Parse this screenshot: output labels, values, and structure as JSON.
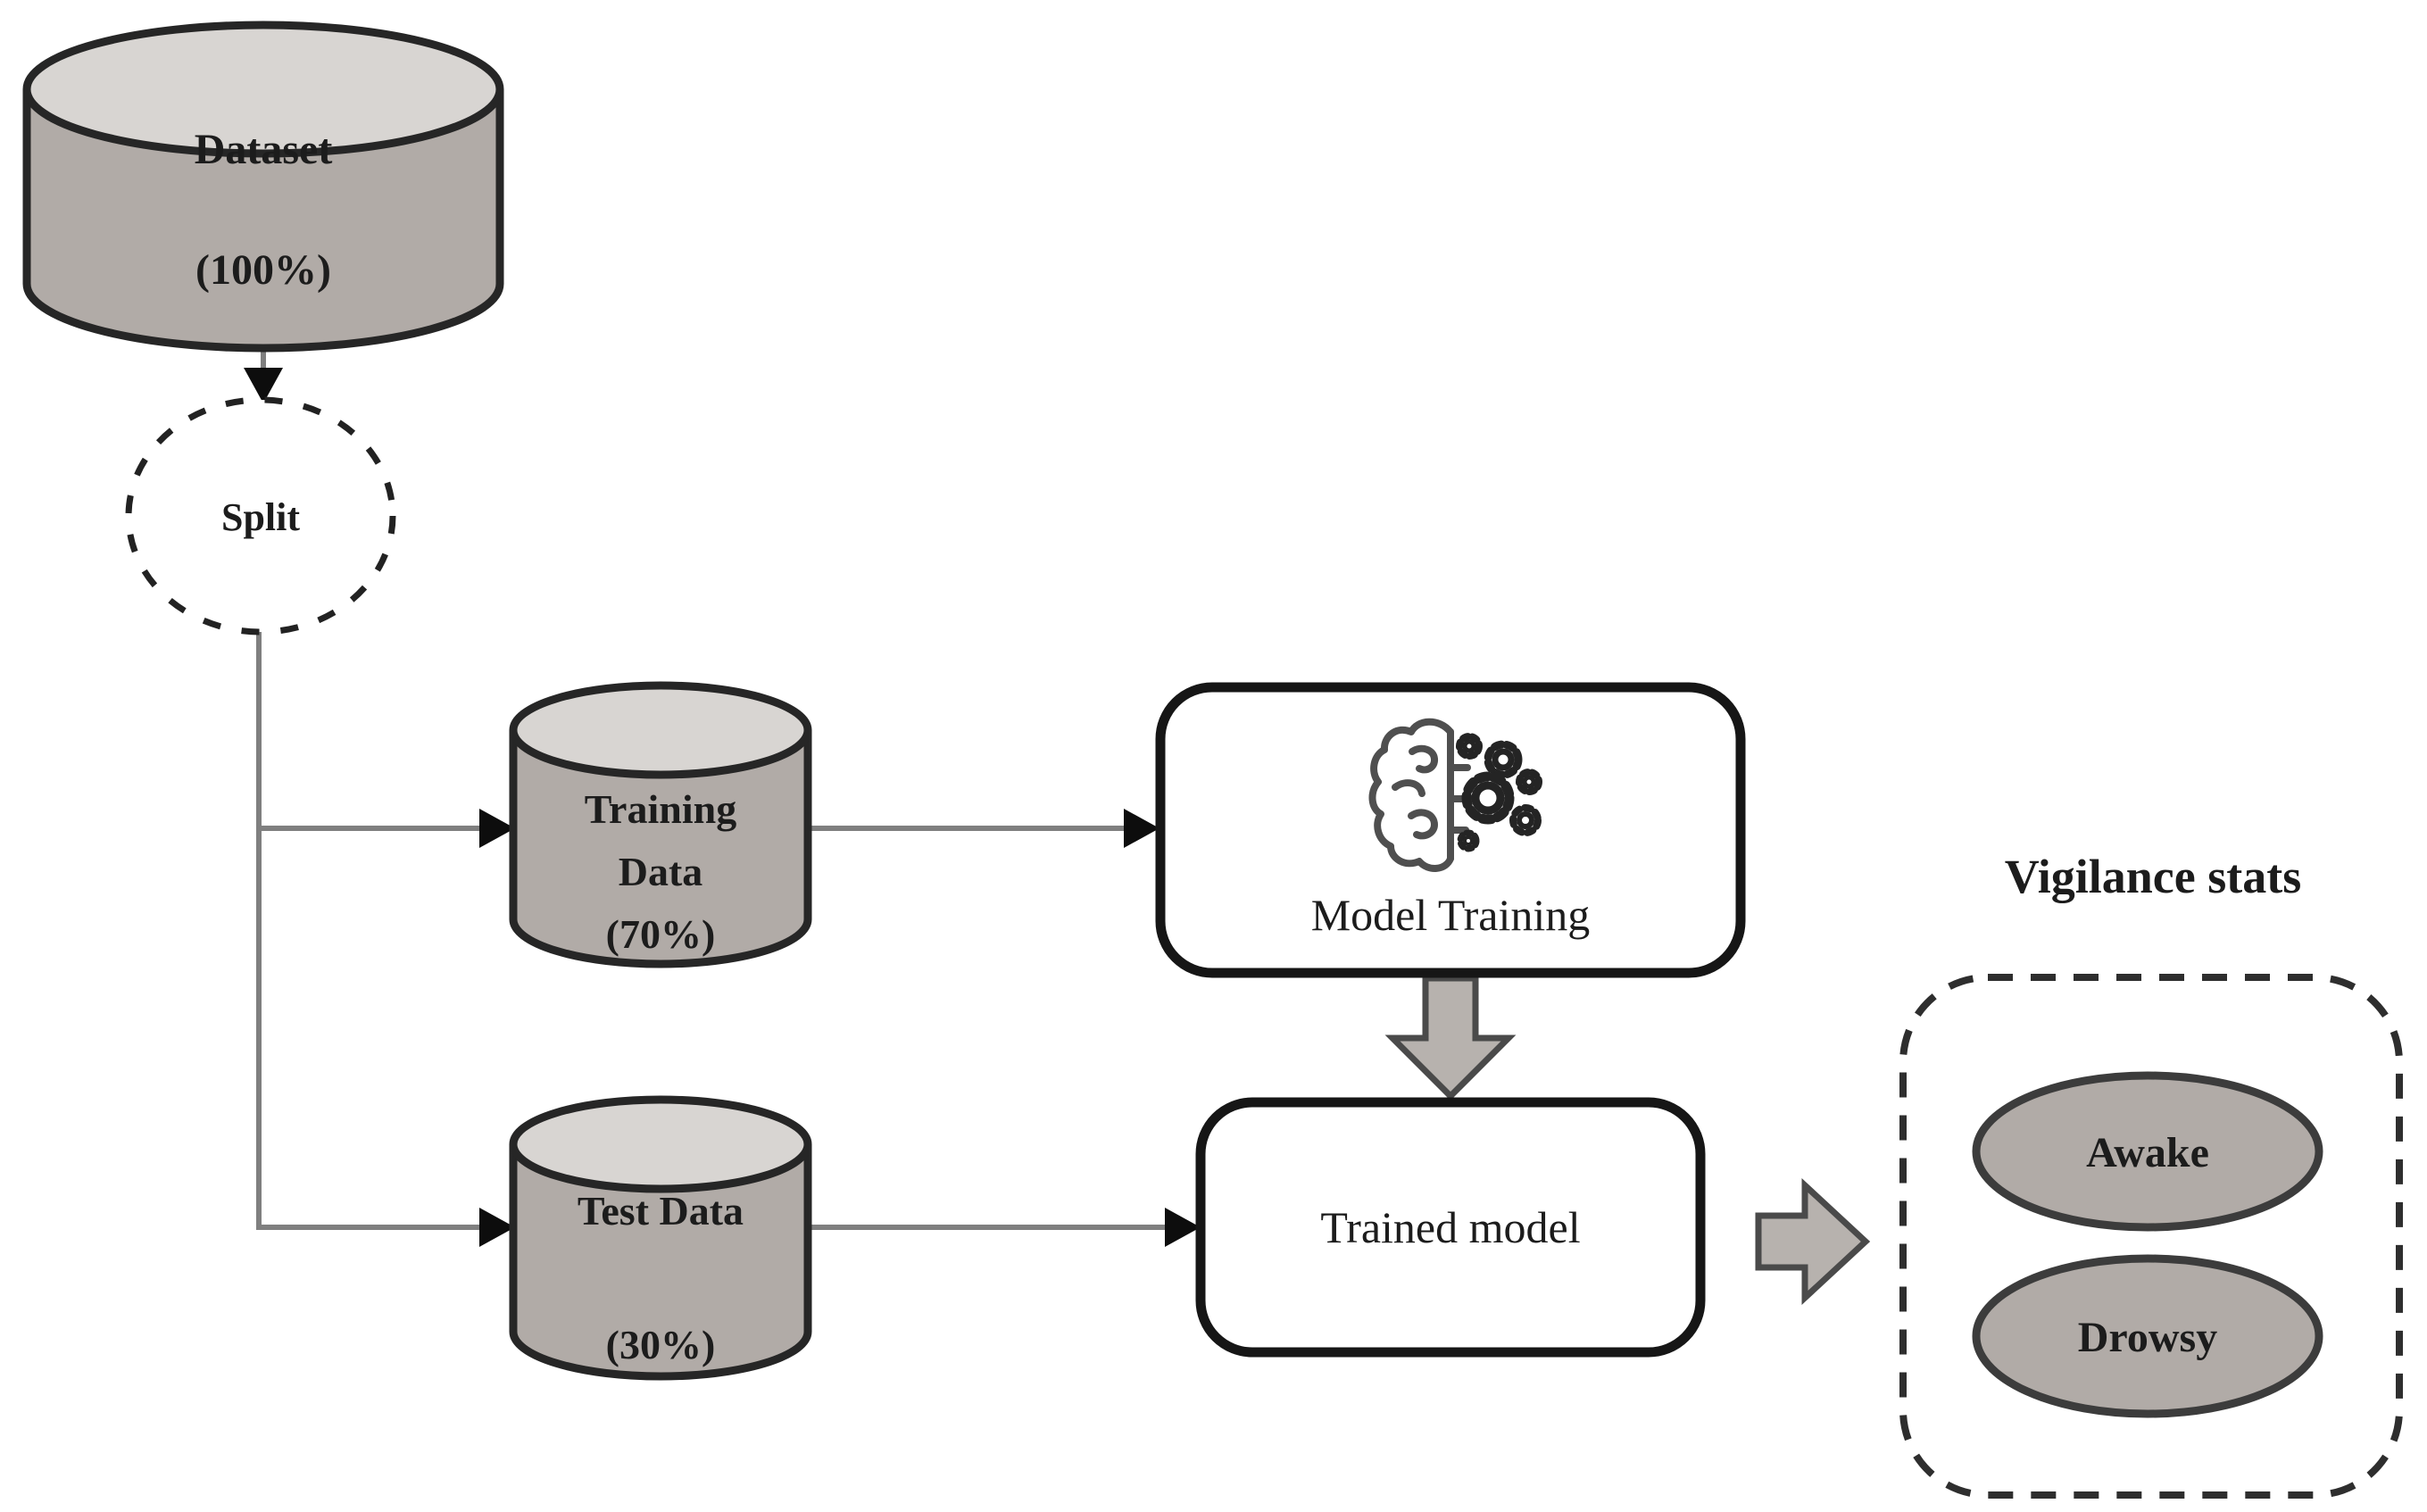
{
  "diagram": {
    "description": "Machine learning dataset split and training workflow flowchart",
    "colors": {
      "background": "#ffffff",
      "cylinder_body_fill": "#b1aba7",
      "cylinder_top_fill": "#d8d5d2",
      "cylinder_stroke": "#262626",
      "box_fill": "#ffffff",
      "box_stroke": "#161616",
      "connector_line": "#7f7f7f",
      "arrowhead": "#0d0d0d",
      "fat_arrow_fill": "#b7b2ae",
      "fat_arrow_stroke": "#4a4a4a",
      "dashed_stroke": "#2e2e2e",
      "state_ellipse_fill": "#b1aba7",
      "state_ellipse_stroke": "#3c3c3c"
    },
    "nodes": {
      "dataset": {
        "label": "Dataset",
        "share": "(100%)"
      },
      "split": {
        "label": "Split"
      },
      "training_data": {
        "line1": "Training",
        "line2": "Data",
        "share": "(70%)"
      },
      "test_data": {
        "label": "Test Data",
        "share": "(30%)"
      },
      "model_training": {
        "label": "Model Training"
      },
      "trained_model": {
        "label": "Trained model"
      },
      "vigilance": {
        "title": "Vigilance stats",
        "states": [
          "Awake",
          "Drowsy"
        ]
      }
    }
  }
}
